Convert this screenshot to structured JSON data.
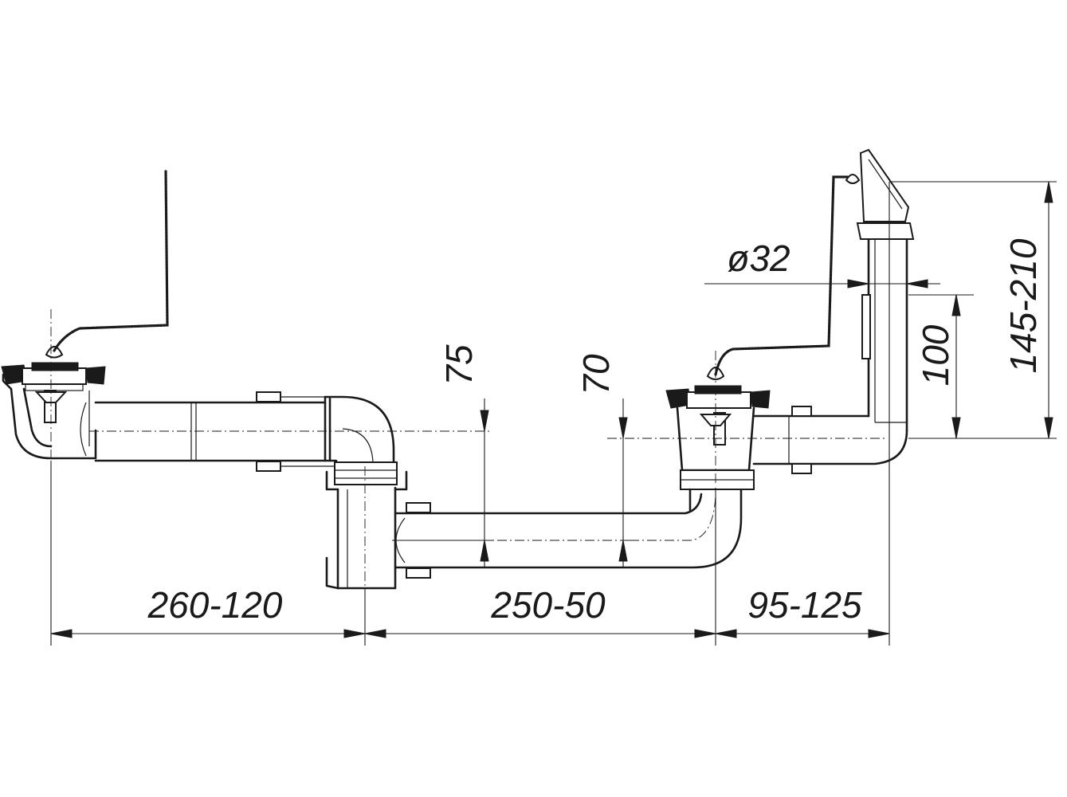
{
  "drawing": {
    "colors": {
      "line": "#1a1a1a",
      "background": "#ffffff"
    },
    "dimensions": {
      "left_offset": "260-120",
      "middle_offset": "250-50",
      "right_offset": "95-125",
      "height_left_outlet": "75",
      "height_right_outlet": "70",
      "overflow_diameter": "ø32",
      "overflow_height": "100",
      "overflow_total_height": "145-210"
    }
  }
}
